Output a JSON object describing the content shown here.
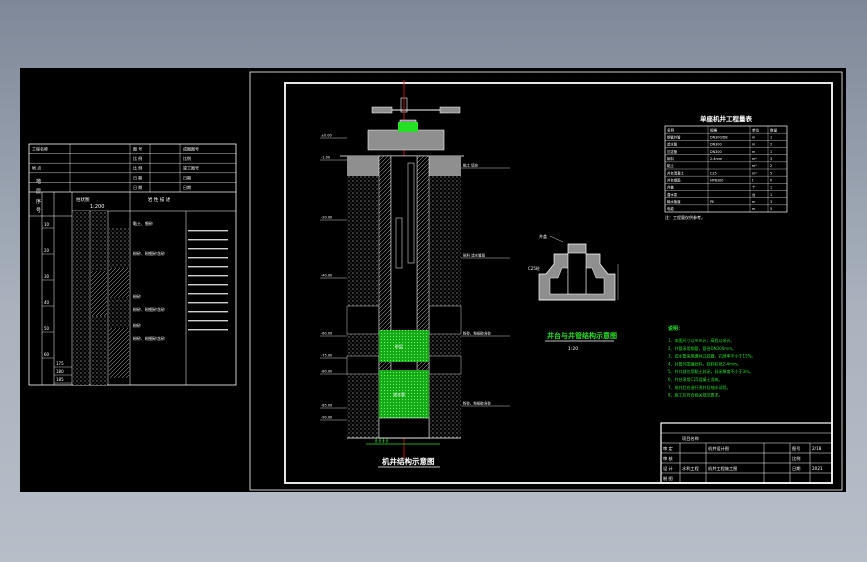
{
  "left_sheet": {
    "header_rows": [
      [
        "工程名称",
        "",
        "图 号",
        "",
        "成图图号"
      ],
      [
        "",
        "",
        "比 例",
        "",
        "比例"
      ],
      [
        "地 点",
        "",
        "比 例",
        "",
        "竣工图号"
      ],
      [
        "",
        "",
        "日 期",
        "",
        "日期"
      ],
      [
        "",
        "",
        "日 期",
        "",
        "日期"
      ]
    ],
    "side_labels": [
      "地",
      "层",
      "序",
      "号"
    ],
    "scale": "1:200",
    "col_headers": [
      "柱状图",
      "岩 性 描 述"
    ],
    "depth_labels": [
      "10",
      "20",
      "30",
      "40",
      "50",
      "60"
    ],
    "lith_labels": [
      "黏土、细砂",
      "粉砂、粉细砂含砂",
      "粉砂",
      "粉砂、粉细砂含砂",
      "粉砂",
      "粉砂、粉细砂含砂"
    ],
    "bottom_labels": [
      "175",
      "180",
      "185"
    ]
  },
  "main_sheet": {
    "section_title": "机井结构示意图",
    "well_head_title": "井台与井管结构示意图",
    "well_head_scale": "1:20",
    "table_title": "单座机井工程量表",
    "table_headers": [
      "名称",
      "规格",
      "单位",
      "数量"
    ],
    "table_rows": [
      [
        "钢管井管",
        "DN300/D8",
        "m",
        "1"
      ],
      [
        "滤水管",
        "DN300",
        "m",
        "2"
      ],
      [
        "沉淀管",
        "DN300",
        "m",
        "1"
      ],
      [
        "砾料",
        "2-4mm",
        "m³",
        "3"
      ],
      [
        "黏土",
        "",
        "m³",
        "2"
      ],
      [
        "井台混凝土",
        "C25",
        "m³",
        "5"
      ],
      [
        "井台钢筋",
        "HPB300",
        "t",
        "0"
      ],
      [
        "井盖",
        "",
        "个",
        "1"
      ],
      [
        "潜水泵",
        "",
        "台",
        "1"
      ],
      [
        "输水管道",
        "PE",
        "m",
        "3"
      ],
      [
        "电缆",
        "",
        "m",
        "5"
      ]
    ],
    "table_note": "注：工程量仅供参考。",
    "notes_title": "说明：",
    "notes": [
      "1、本图尺寸以mm计，高程以米计。",
      "2、井管采用钢管，管径DN300mm。",
      "3、滤水管采用缠丝过滤器，孔隙率不小于15%。",
      "4、井管外围填砾料，砾料粒径2-4mm。",
      "5、井口部位用黏土封闭，封闭厚度不小于3m。",
      "6、井台采用C25混凝土浇筑。",
      "7、成井后应进行洗井及抽水试验。",
      "8、施工应符合相关规范要求。"
    ],
    "title_block": {
      "rows": [
        [
          "",
          "",
          "",
          "",
          "",
          ""
        ],
        [
          "",
          "项目名称",
          "",
          "",
          "",
          ""
        ],
        [
          "审 定",
          "",
          "机井设计图",
          "",
          "图号",
          "2/18"
        ],
        [
          "审 核",
          "",
          "",
          "",
          "比例",
          ""
        ],
        [
          "设 计",
          "水利工程",
          "机井工程施工图",
          "",
          "日期",
          "2021"
        ],
        [
          "制 图",
          "",
          "",
          "",
          "",
          ""
        ]
      ]
    },
    "callouts_left": [
      "±0.00",
      "-1.00",
      "-20.00",
      "-40.00",
      "-60.00",
      "-75.00",
      "-80.00",
      "-85.00",
      "-90.00"
    ],
    "callouts_right": [
      "黏土 填充",
      "砾料 滤水管段",
      "粉砂、粉细砂含砂",
      "粉砂、粉细砂含砂"
    ],
    "well_label_sand": "砂层",
    "well_label_filter": "滤水管"
  },
  "colors": {
    "background": "#000000",
    "line": "#ffffff",
    "accent_green": "#25e025",
    "accent_red": "#e21818",
    "fill_gray": "#8f8f8f"
  }
}
